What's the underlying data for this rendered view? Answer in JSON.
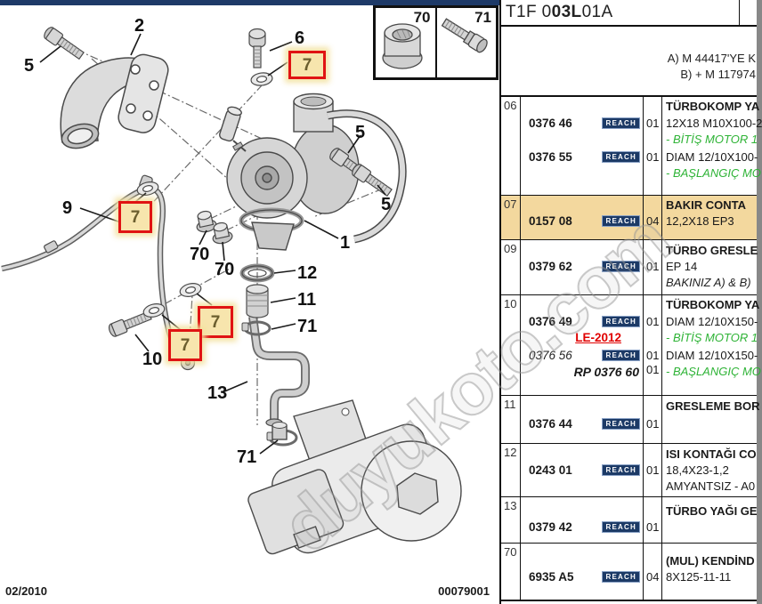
{
  "title": {
    "seg1": "T1F 0 ",
    "seg2": "03L",
    "seg3": " 01A"
  },
  "notes": {
    "line_a": "A) M 44417'YE K",
    "line_b": "B) + M 117974"
  },
  "badge": {
    "reach": "REACH"
  },
  "watermark": {
    "text": "duyukoto.com"
  },
  "footer": {
    "date": "02/2010",
    "doc_number": "00079001"
  },
  "colors": {
    "accent_navy": "#1e3a68",
    "highlight_row": "#f3d89e",
    "callout_red": "#e01313",
    "note_green": "#2eb336",
    "link_red": "#e00000",
    "badge_navy": "#1c3a66"
  },
  "diagram": {
    "n1": "1",
    "n2": "2",
    "n5": "5",
    "n6": "6",
    "n7": "7",
    "n9": "9",
    "n10": "10",
    "n11": "11",
    "n12": "12",
    "n13": "13",
    "n70": "70",
    "n71": "71"
  },
  "table": {
    "r06": {
      "ref": "06",
      "header": "TÜRBOKOMP YA",
      "p1": "0376 46",
      "q1": "01",
      "d1": "12X18 M10X100-2",
      "note1": "- BİTİŞ MOTOR 1",
      "p2": "0376 55",
      "q2": "01",
      "d2": "DIAM 12/10X100-",
      "note2": "- BAŞLANGIÇ MO"
    },
    "r07": {
      "ref": "07",
      "header": "BAKIR CONTA",
      "p1": "0157 08",
      "q1": "04",
      "d1": "12,2X18 EP3"
    },
    "r09": {
      "ref": "09",
      "header": "TÜRBO GRESLE",
      "p1": "0379 62",
      "q1": "01",
      "d1": "EP 14",
      "note1": "BAKINIZ A) & B)"
    },
    "r10": {
      "ref": "10",
      "header": "TÜRBOKOMP YA",
      "p1": "0376 49",
      "q1": "01",
      "d1": "DIAM 12/10X150-",
      "note1": "- BİTİŞ MOTOR 1",
      "le": "LE-2012",
      "p2": "0376 56",
      "q2": "01",
      "d2": "DIAM 12/10X150-",
      "rp": "RP 0376 60",
      "q3": "01",
      "note2": "- BAŞLANGIÇ MO"
    },
    "r11": {
      "ref": "11",
      "header": "GRESLEME BOR",
      "p1": "0376 44",
      "q1": "01"
    },
    "r12": {
      "ref": "12",
      "header": "ISI KONTAĞI CO",
      "p1": "0243 01",
      "q1": "01",
      "d1": "18,4X23-1,2",
      "d2": "AMYANTSIZ - A0"
    },
    "r13": {
      "ref": "13",
      "header": "TÜRBO YAĞI GE",
      "p1": "0379 42",
      "q1": "01"
    },
    "r70": {
      "ref": "70",
      "header": "(MUL) KENDİND",
      "p1": "6935 A5",
      "q1": "04",
      "d1": "8X125-11-11"
    }
  }
}
